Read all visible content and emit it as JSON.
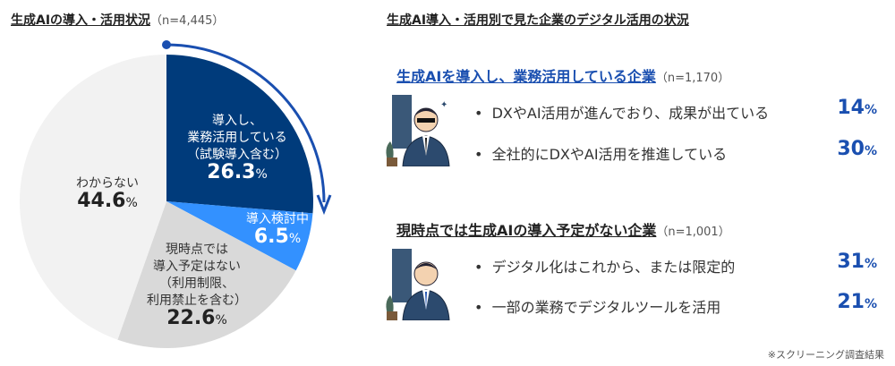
{
  "left": {
    "title": "生成AIの導入・活用状況",
    "n": "（n=4,445）"
  },
  "chart_data": {
    "type": "pie",
    "title": "生成AIの導入・活用状況",
    "start": "top",
    "direction": "clockwise",
    "slices": [
      {
        "label_lines": [
          "導入し、",
          "業務活用している",
          "（試験導入含む）"
        ],
        "value": 26.3,
        "value_text": "26.3",
        "color": "#003B7B"
      },
      {
        "label_lines": [
          "導入検討中"
        ],
        "value": 6.5,
        "value_text": "6.5",
        "color": "#3391FF"
      },
      {
        "label_lines": [
          "現時点では",
          "導入予定はない",
          "（利用制限、",
          "利用禁止を含む）"
        ],
        "value": 22.6,
        "value_text": "22.6",
        "color": "#D9D9D9"
      },
      {
        "label_lines": [
          "わからない"
        ],
        "value": 44.6,
        "value_text": "44.6",
        "color": "#F2F2F2"
      }
    ],
    "unit": "%"
  },
  "right": {
    "title": "生成AI導入・活用別で見た企業のデジタル活用の状況",
    "groups": [
      {
        "title": "生成AIを導入し、業務活用している企業",
        "n": "（n=1,170）",
        "items": [
          {
            "text": "DXやAI活用が進んでおり、成果が出ている",
            "value": "14"
          },
          {
            "text": "全社的にDXやAI活用を推進している",
            "value": "30"
          }
        ]
      },
      {
        "title": "現時点では生成AIの導入予定がない企業",
        "n": "（n=1,001）",
        "items": [
          {
            "text": "デジタル化はこれから、または限定的",
            "value": "31"
          },
          {
            "text": "一部の業務でデジタルツールを活用",
            "value": "21"
          }
        ]
      }
    ],
    "bullet": "•",
    "pct": "%",
    "note": "※スクリーニング調査結果"
  }
}
